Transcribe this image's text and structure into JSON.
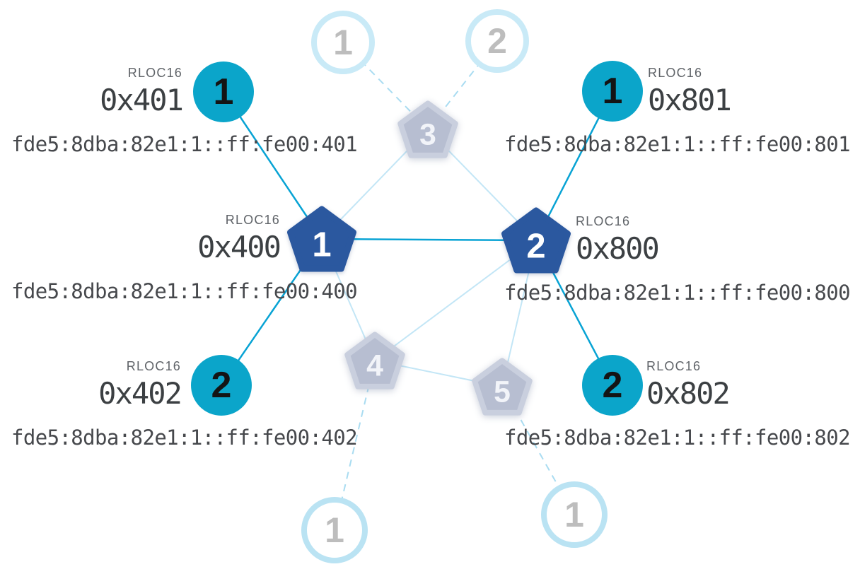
{
  "nodes": {
    "router_1": {
      "number": "1",
      "rloc16_label": "RLOC16",
      "rloc16": "0x400",
      "ipv6": "fde5:8dba:82e1:1::ff:fe00:400"
    },
    "router_2": {
      "number": "2",
      "rloc16_label": "RLOC16",
      "rloc16": "0x800",
      "ipv6": "fde5:8dba:82e1:1::ff:fe00:800"
    },
    "router_3": {
      "number": "3"
    },
    "router_4": {
      "number": "4"
    },
    "router_5": {
      "number": "5"
    },
    "child_401": {
      "number": "1",
      "rloc16_label": "RLOC16",
      "rloc16": "0x401",
      "ipv6": "fde5:8dba:82e1:1::ff:fe00:401"
    },
    "child_402": {
      "number": "2",
      "rloc16_label": "RLOC16",
      "rloc16": "0x402",
      "ipv6": "fde5:8dba:82e1:1::ff:fe00:402"
    },
    "child_801": {
      "number": "1",
      "rloc16_label": "RLOC16",
      "rloc16": "0x801",
      "ipv6": "fde5:8dba:82e1:1::ff:fe00:801"
    },
    "child_802": {
      "number": "2",
      "rloc16_label": "RLOC16",
      "rloc16": "0x802",
      "ipv6": "fde5:8dba:82e1:1::ff:fe00:802"
    },
    "sleepy_child_top_1": {
      "number": "1"
    },
    "sleepy_child_top_2": {
      "number": "2"
    },
    "sleepy_child_bottom_left": {
      "number": "1"
    },
    "sleepy_child_bottom_right": {
      "number": "1"
    }
  },
  "links": {
    "strong": [
      "router_1-child_401",
      "router_1-child_402",
      "router_1-router_2",
      "router_2-child_801",
      "router_2-child_802"
    ],
    "weak": [
      "router_1-router_3",
      "router_2-router_3",
      "router_1-router_4",
      "router_2-router_4",
      "router_4-router_5",
      "router_2-router_5"
    ],
    "dashed": [
      "router_3-sleepy_child_top_1",
      "router_3-sleepy_child_top_2",
      "router_4-sleepy_child_bottom_left",
      "router_5-sleepy_child_bottom_right"
    ]
  },
  "colors": {
    "router_active": "#2b589f",
    "router_inactive_fill": "#b7bed1",
    "router_inactive_border": "#c9cfde",
    "child_active": "#0ba5ca",
    "child_sleepy_ring": "#c9eaf7",
    "link_strong": "#08a3d4",
    "link_weak": "#c3e6f6",
    "link_dashed": "#a9dcf1",
    "rloc_text": "#3c4043",
    "ipv6_text": "#46484c"
  }
}
